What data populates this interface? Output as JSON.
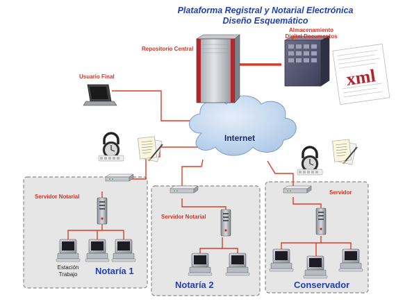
{
  "header": {
    "title_line1": "Plataforma Registral y Notarial Electrónica",
    "title_line2": "Diseño Esquemático"
  },
  "nodes": {
    "repositorio": "Repositorio Central",
    "almacenamiento_line1": "Almacenamiento",
    "almacenamiento_line2": "Digital Documentos",
    "usuario_final": "Usuario Final",
    "internet": "Internet",
    "xml_badge": "xml"
  },
  "offices": {
    "notaria1": {
      "title": "Notaría 1",
      "server_label": "Servidor Notarial",
      "station_line1": "Estación",
      "station_line2": "Trabajo"
    },
    "notaria2": {
      "title": "Notaría 2",
      "server_label": "Servidor Notarial"
    },
    "conservador": {
      "title": "Conservador",
      "server_label": "Servidor"
    }
  },
  "colors": {
    "title": "#1f3fb4",
    "label_red": "#d9301f",
    "link_red": "#e03a26",
    "cloud": "#b9d2ec",
    "box_fill": "#e6e6e6",
    "box_border": "#888888"
  }
}
